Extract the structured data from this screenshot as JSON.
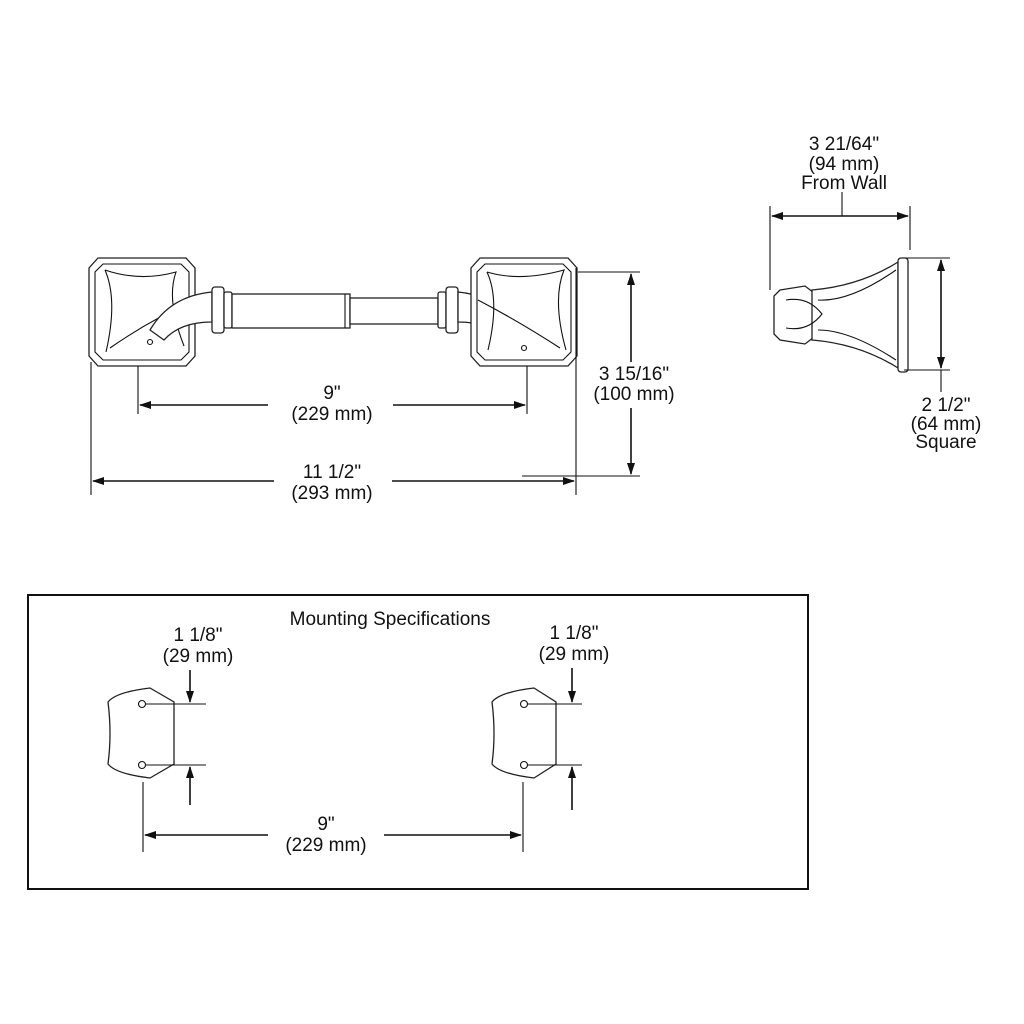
{
  "front_view": {
    "inner_width": {
      "imperial": "9\"",
      "metric": "(229 mm)"
    },
    "overall_width": {
      "imperial": "11 1/2\"",
      "metric": "(293 mm)"
    },
    "height": {
      "imperial": "3 15/16\"",
      "metric": "(100 mm)"
    }
  },
  "side_view": {
    "projection": {
      "imperial": "3 21/64\"",
      "metric": "(94 mm)",
      "note": "From Wall"
    },
    "base": {
      "imperial": "2 1/2\"",
      "metric": "(64 mm)",
      "note": "Square"
    }
  },
  "mounting": {
    "title": "Mounting Specifications",
    "left_hole_spacing": {
      "imperial": "1 1/8\"",
      "metric": "(29 mm)"
    },
    "right_hole_spacing": {
      "imperial": "1 1/8\"",
      "metric": "(29 mm)"
    },
    "center_spacing": {
      "imperial": "9\"",
      "metric": "(229 mm)"
    }
  }
}
